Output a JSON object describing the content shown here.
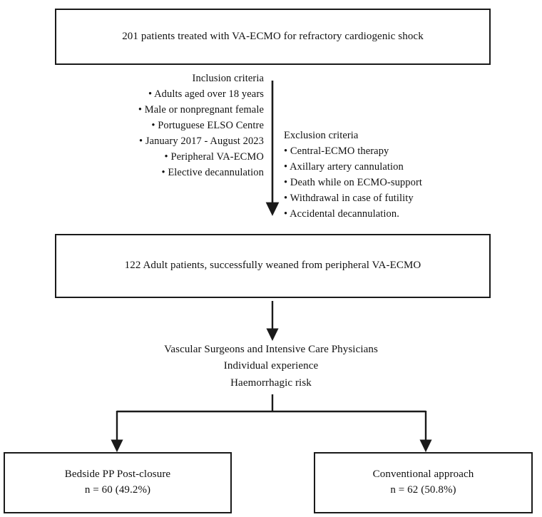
{
  "diagram": {
    "title": "201 patients treated with VA-ECMO for refractory cardiogenic shock",
    "type": "patient-flow-diagram",
    "colors": {
      "stroke": "#1a1a1a",
      "text": "#111111",
      "background": "#ffffff"
    }
  },
  "boxes": {
    "cohort": {
      "text": "201 patients treated with VA-ECMO for refractory cardiogenic shock"
    },
    "weaned": {
      "text": "122 Adult patients, successfully weaned from peripheral VA-ECMO"
    },
    "bedside": {
      "line1": "Bedside PP Post-closure",
      "line2": "n = 60 (49.2%)"
    },
    "conventional": {
      "line1": "Conventional approach",
      "line2": "n = 62 (50.8%)"
    }
  },
  "inclusion": {
    "title": "Inclusion criteria",
    "items": [
      "• Adults aged over 18 years",
      "• Male or nonpregnant female",
      "• Portuguese ELSO Centre",
      "• January 2017 - August 2023",
      "• Peripheral VA-ECMO",
      "• Elective decannulation"
    ]
  },
  "exclusion": {
    "title": "Exclusion criteria",
    "items": [
      "• Central-ECMO therapy",
      "• Axillary artery cannulation",
      "• Death while on ECMO-support",
      "• Withdrawal in case of futility",
      "• Accidental decannulation."
    ]
  },
  "decision": {
    "line1": "Vascular Surgeons and Intensive Care Physicians",
    "line2": "Individual experience",
    "line3": "Haemorrhagic risk"
  }
}
